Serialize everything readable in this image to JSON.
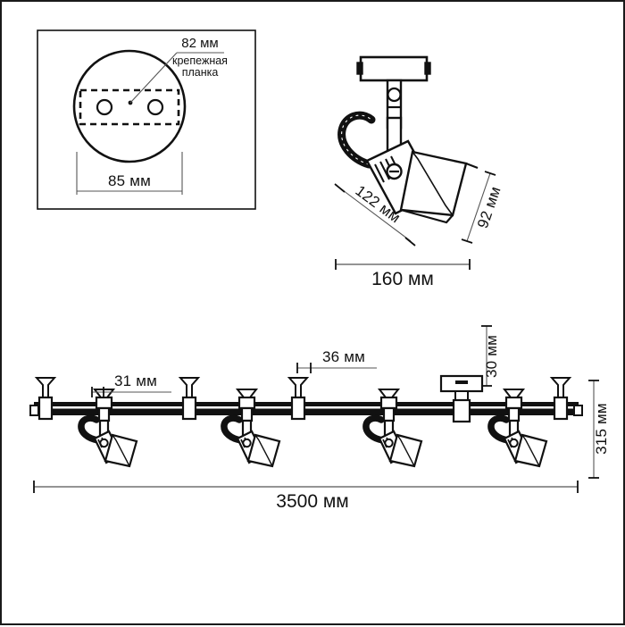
{
  "sheet": {
    "title": "track-lighting-system-technical-drawing",
    "background_color": "#ffffff",
    "line_color": "#111111",
    "border_color": "#1a1a1a"
  },
  "views": {
    "mounting_plate": {
      "name": "ceiling-mount-plate-top-view",
      "callout_dimension": "82 мм",
      "callout_label_line1": "крепежная",
      "callout_label_line2": "планка",
      "overall_dimension": "85 мм",
      "hole_count": 2
    },
    "spot_head": {
      "name": "spotlight-head-side-view",
      "length_dimension": "122 мм",
      "height_dimension": "92 мм",
      "overall_dimension": "160  мм"
    },
    "track_assembly": {
      "name": "track-rail-assembly-front-view",
      "bracket_offset_dimension": "31 мм",
      "head_spacing_dimension": "36 мм",
      "feed_height_dimension": "30 мм",
      "drop_dimension": "315 мм",
      "total_length_dimension": "3500  мм",
      "spot_count": 4,
      "bracket_count": 6,
      "feed_connector_label": "power-feed-connector"
    }
  }
}
